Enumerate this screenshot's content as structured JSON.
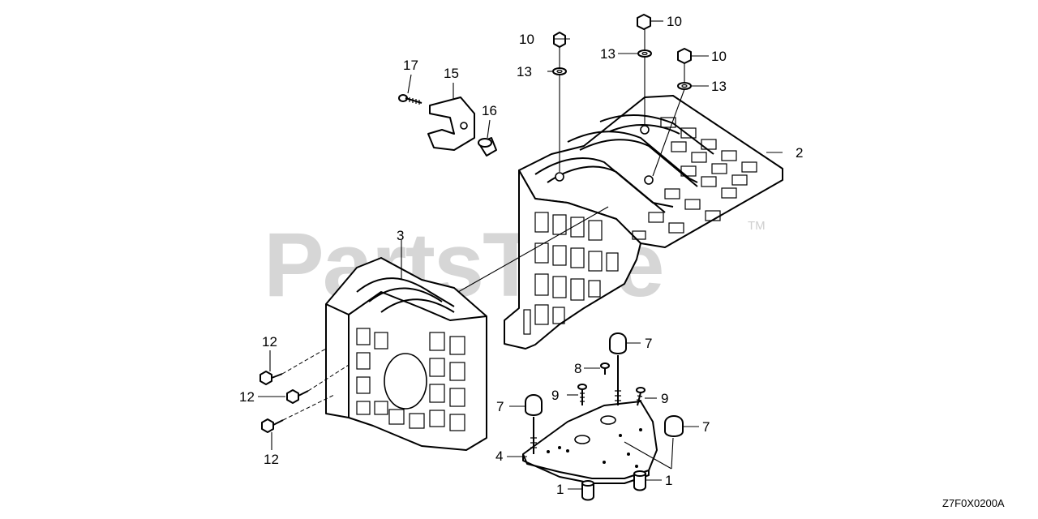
{
  "diagram": {
    "watermark": "PartsTree",
    "watermark_tm": "TM",
    "diagram_code": "Z7F0X0200A",
    "callouts": {
      "c1a": "1",
      "c1b": "1",
      "c2": "2",
      "c3": "3",
      "c4": "4",
      "c7a": "7",
      "c7b": "7",
      "c7c": "7",
      "c8": "8",
      "c9a": "9",
      "c9b": "9",
      "c10a": "10",
      "c10b": "10",
      "c10c": "10",
      "c12a": "12",
      "c12b": "12",
      "c12c": "12",
      "c13a": "13",
      "c13b": "13",
      "c13c": "13",
      "c15": "15",
      "c16": "16",
      "c17": "17"
    }
  }
}
